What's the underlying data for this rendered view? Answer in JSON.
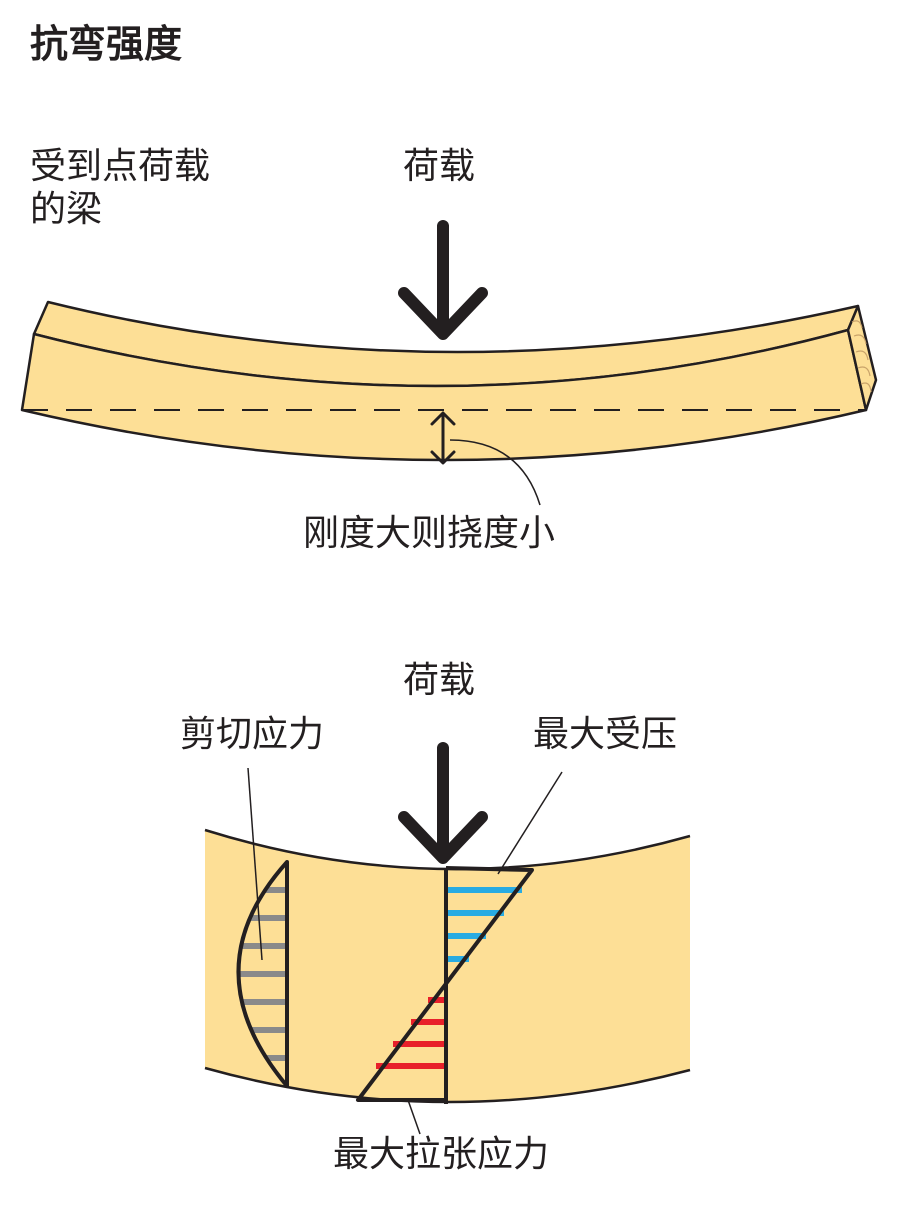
{
  "title": "抗弯强度",
  "top_figure": {
    "beam_label_line1": "受到点荷载",
    "beam_label_line2": "的梁",
    "load_label": "荷载",
    "deflection_label": "刚度大则挠度小"
  },
  "bottom_figure": {
    "load_label": "荷载",
    "shear_label": "剪切应力",
    "compression_label": "最大受压",
    "tension_label": "最大拉张应力"
  },
  "colors": {
    "beam_fill": "#fddf96",
    "outline": "#231f20",
    "compression": "#29abe2",
    "tension": "#e8202a",
    "shear": "#8a8a8a"
  },
  "icons": {
    "load_arrow": "arrow-down-icon",
    "deflection_arrow": "double-arrow-vertical-icon"
  }
}
